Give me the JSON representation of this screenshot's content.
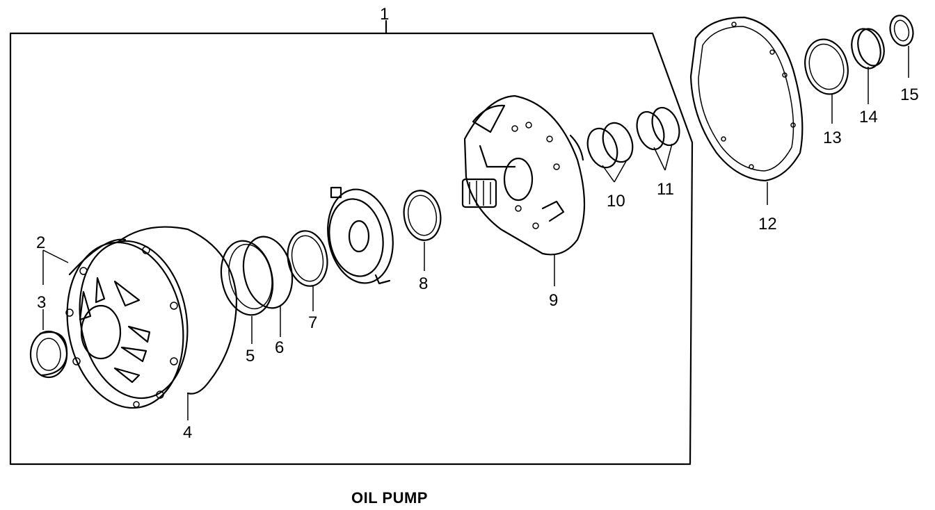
{
  "caption": "OIL PUMP",
  "callouts": [
    "1",
    "2",
    "3",
    "4",
    "5",
    "6",
    "7",
    "8",
    "9",
    "10",
    "11",
    "12",
    "13",
    "14",
    "15"
  ]
}
